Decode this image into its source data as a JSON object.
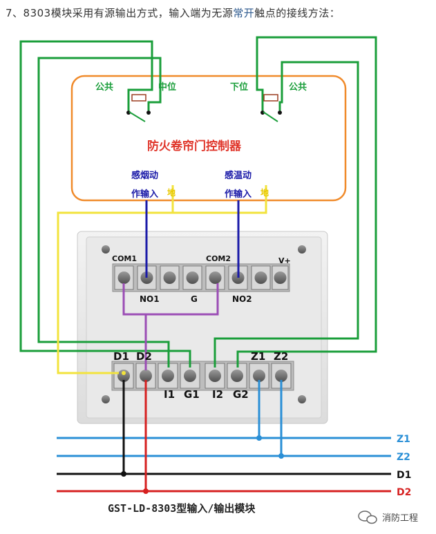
{
  "heading": {
    "part1": "7、8303模块采用有源输出方式，输入端为无源",
    "highlight": "常开",
    "part2": "触点的接线方法："
  },
  "controller": {
    "title": "防火卷帘门控制器",
    "common_left": "公共",
    "middle_pos": "中位",
    "lower_pos": "下位",
    "common_right": "公共",
    "smoke_line1": "感烟动",
    "smoke_line2": "作输入",
    "heat_line1": "感温动",
    "heat_line2": "作输入",
    "ground_left": "地",
    "ground_right": "地"
  },
  "module": {
    "top_terminals": {
      "com1": "COM1",
      "com2": "COM2",
      "vplus": "V+",
      "no1": "NO1",
      "g": "G",
      "no2": "NO2"
    },
    "bottom_terminals": {
      "d1": "D1",
      "d2": "D2",
      "z1": "Z1",
      "z2": "Z2",
      "i1": "I1",
      "g1": "G1",
      "i2": "I2",
      "g2": "G2"
    },
    "caption": "GST-LD-8303型输入/输出模块"
  },
  "bus_lines": {
    "z1": "Z1",
    "z2": "Z2",
    "d1": "D1",
    "d2": "D2"
  },
  "watermark": "消防工程",
  "colors": {
    "green_wire": "#1a9e3a",
    "yellow_wire": "#f2e33c",
    "blue_wire": "#1a1aa8",
    "purple_wire": "#9b4db5",
    "cyan_wire": "#2a8fd6",
    "black_wire": "#111111",
    "red_wire": "#d62020",
    "controller_border": "#f08a2a",
    "controller_text": "#e0352a"
  }
}
